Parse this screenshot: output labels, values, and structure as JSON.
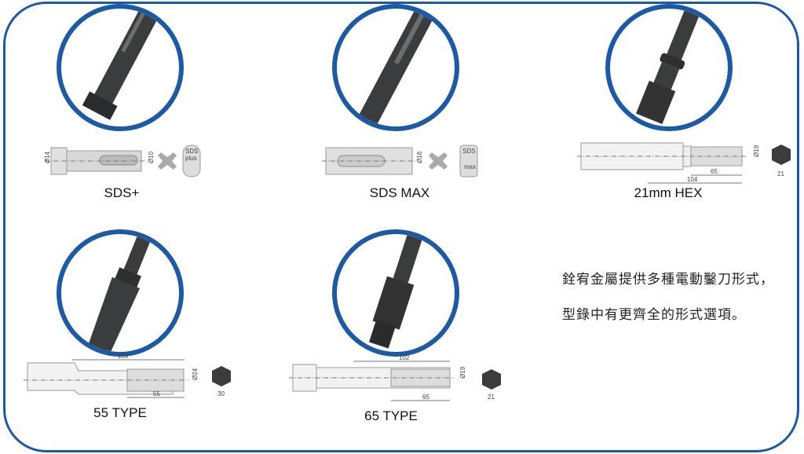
{
  "items": [
    {
      "name": "SDS+",
      "dims": {
        "shank": "Ø14",
        "groove": "Ø10"
      },
      "badge": [
        "SDS",
        "plus"
      ]
    },
    {
      "name": "SDS MAX",
      "dims": {
        "shank": "Ø18"
      },
      "badge": [
        "SDS",
        "max"
      ]
    },
    {
      "name": "21mm HEX",
      "dims": {
        "dia": "Ø19",
        "len1": "65",
        "len2": "104",
        "hex": "21"
      }
    },
    {
      "name": "55 TYPE",
      "dims": {
        "len1": "109",
        "dia": "Ø24",
        "len2": "55",
        "hex": "30"
      }
    },
    {
      "name": "65 TYPE",
      "dims": {
        "len1": "102",
        "dia": "Ø19",
        "len2": "65",
        "hex": "21"
      }
    }
  ],
  "description": {
    "line1": "銓宥金屬提供多種電動鑿刀形式，",
    "line2": "型錄中有更齊全的形式選項。"
  },
  "colors": {
    "border": "#1d5aa6",
    "tool": "#3a3c3e"
  }
}
